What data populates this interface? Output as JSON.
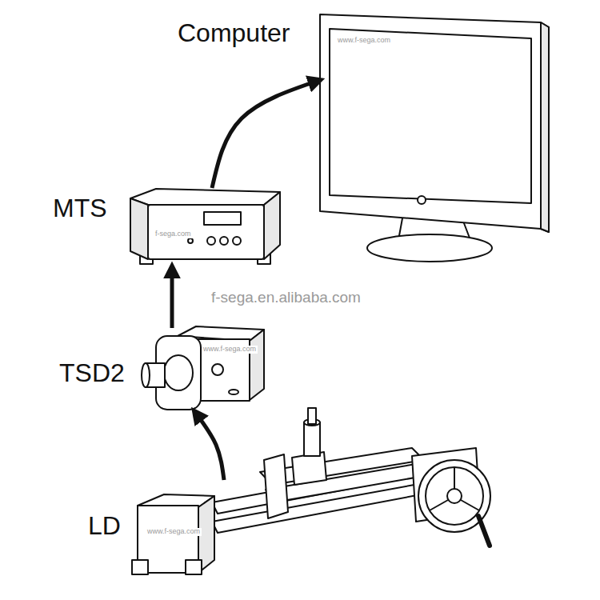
{
  "diagram": {
    "nodes": [
      {
        "text": [
          "Computer"
        ]
      },
      {
        "text": [
          "MTS"
        ]
      },
      {
        "text": [
          "TSD2"
        ]
      },
      {
        "text": [
          "LD"
        ]
      }
    ],
    "edges": [
      {
        "from": 3,
        "to": 2,
        "arrow": "to"
      },
      {
        "from": 2,
        "to": 1,
        "arrow": "to"
      },
      {
        "from": 1,
        "to": 0,
        "arrow": "to"
      }
    ],
    "labels": [
      "f-sega.en.alibaba.com",
      "www.f-sega.com",
      "f-sega.com",
      "www.f-sega.com",
      "www.f-sega.com"
    ]
  }
}
